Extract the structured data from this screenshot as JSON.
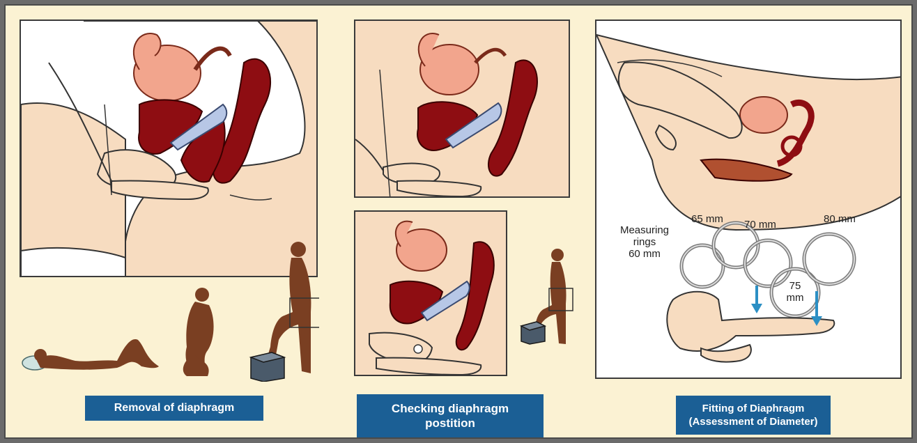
{
  "figure": {
    "sections": [
      {
        "caption": "Removal of diaphragm"
      },
      {
        "caption_line1": "Checking diaphragm",
        "caption_line2": "postition"
      },
      {
        "caption_line1": "Fitting of Diaphragm",
        "caption_line2": "(Assessment of Diameter)"
      }
    ],
    "rings": {
      "label_line1": "Measuring",
      "label_line2": "rings",
      "label_line3": "60 mm",
      "r65": "65 mm",
      "r70": "70 mm",
      "r75_line1": "75",
      "r75_line2": "mm",
      "r80": "80 mm"
    },
    "colors": {
      "caption_bg": "#1b5f95",
      "background": "#fbf2d3",
      "skin": "#f7dcc0",
      "organ_dark": "#8e0d12",
      "uterus": "#f2a58d",
      "diaphragm": "#b7c7e6",
      "figure_brown": "#7a3f22",
      "arrow": "#2b8fc4"
    }
  }
}
